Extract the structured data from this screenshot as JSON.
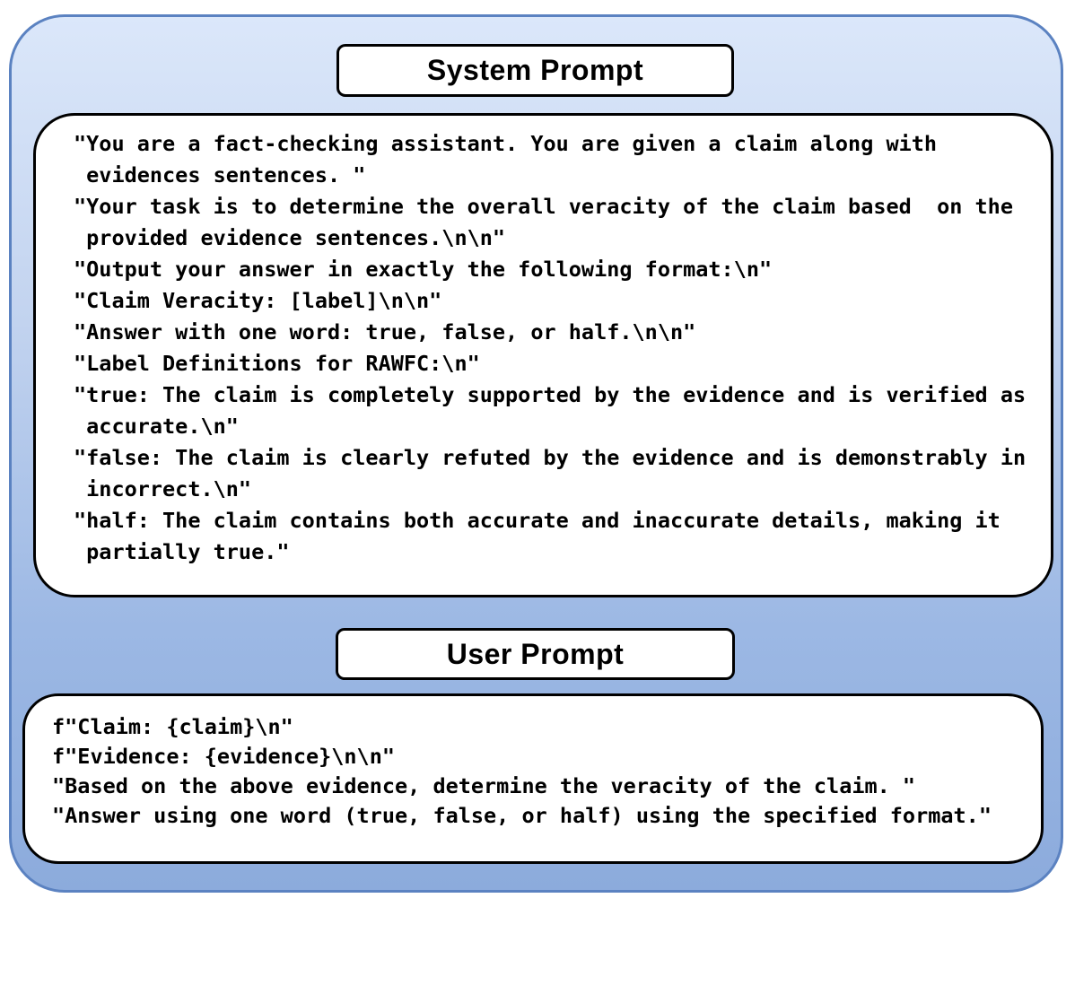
{
  "system_prompt": {
    "title": "System Prompt",
    "code_lines": [
      "\"You are a fact-checking assistant. You are given a claim along with",
      " evidences sentences. \"",
      "\"Your task is to determine the overall veracity of the claim based  on the",
      " provided evidence sentences.\\n\\n\"",
      "\"Output your answer in exactly the following format:\\n\"",
      "\"Claim Veracity: [label]\\n\\n\"",
      "\"Answer with one word: true, false, or half.\\n\\n\"",
      "\"Label Definitions for RAWFC:\\n\"",
      "\"true: The claim is completely supported by the evidence and is verified as",
      " accurate.\\n\"",
      "\"false: The claim is clearly refuted by the evidence and is demonstrably in",
      " incorrect.\\n\"",
      "\"half: The claim contains both accurate and inaccurate details, making it",
      " partially true.\""
    ]
  },
  "user_prompt": {
    "title": "User Prompt",
    "code_lines": [
      "f\"Claim: {claim}\\n\"",
      "f\"Evidence: {evidence}\\n\\n\"",
      "\"Based on the above evidence, determine the veracity of the claim. \"",
      "\"Answer using one word (true, false, or half) using the specified format.\""
    ]
  },
  "colors": {
    "panel_gradient_top": "#dbe7fa",
    "panel_gradient_bottom": "#8cabdc",
    "panel_border": "#5b82c1",
    "card_background": "#ffffff",
    "card_border": "#000000",
    "text": "#000000"
  }
}
